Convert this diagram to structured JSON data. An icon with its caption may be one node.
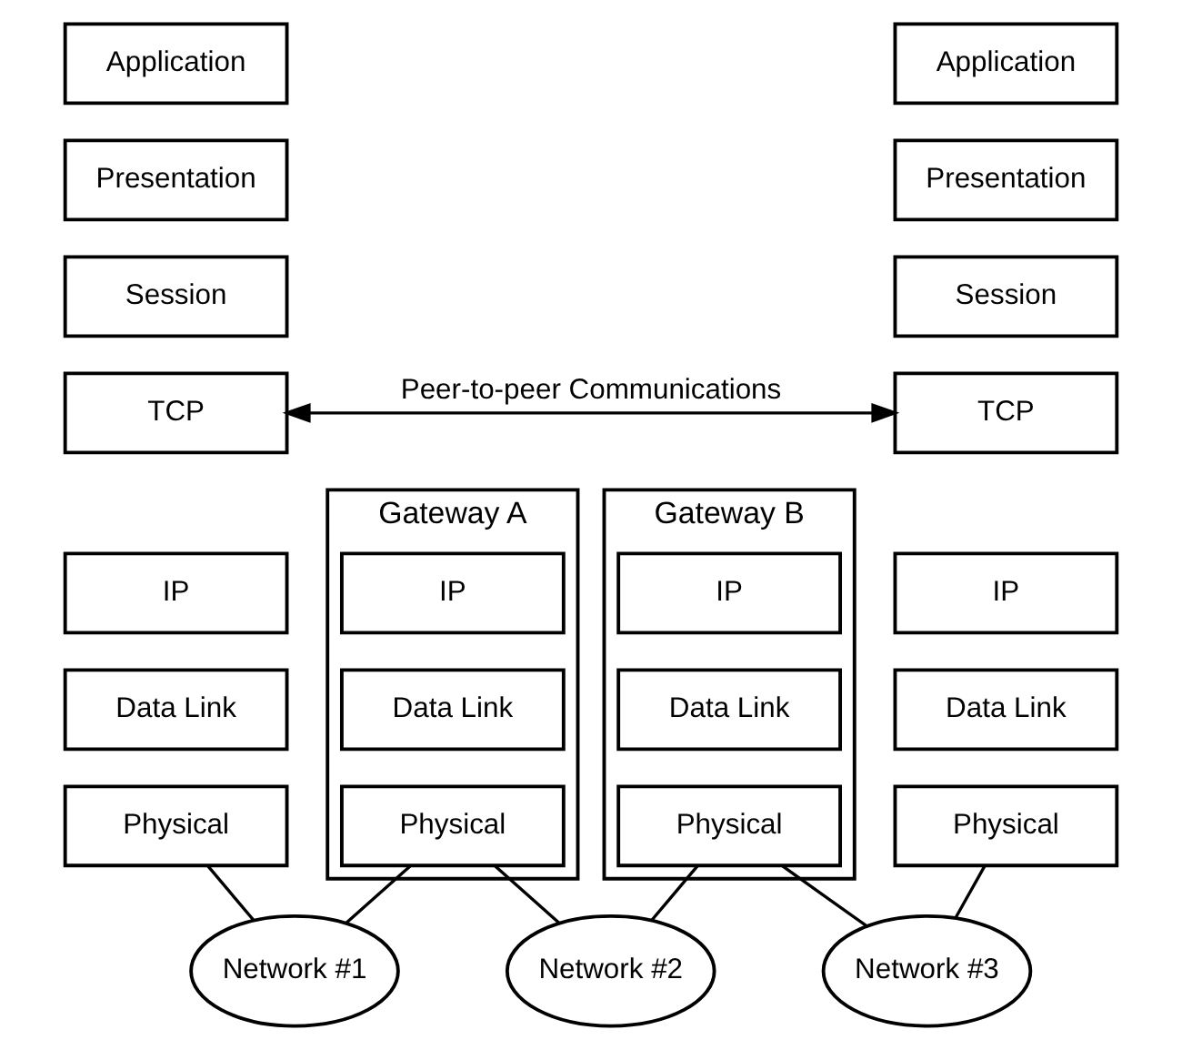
{
  "diagram": {
    "nodes": [
      {
        "text": [
          "Application"
        ]
      },
      {
        "text": [
          "Presentation"
        ]
      },
      {
        "text": [
          "Session"
        ]
      },
      {
        "text": [
          "TCP"
        ]
      },
      {
        "text": [
          "IP"
        ]
      },
      {
        "text": [
          "Data Link"
        ]
      },
      {
        "text": [
          "Physical"
        ]
      },
      {
        "text": [
          "Gateway A"
        ]
      },
      {
        "text": [
          "IP"
        ],
        "in": 7
      },
      {
        "text": [
          "Data Link"
        ],
        "in": 7
      },
      {
        "text": [
          "Physical"
        ],
        "in": 7
      },
      {
        "text": [
          "Gateway B"
        ]
      },
      {
        "text": [
          "IP"
        ],
        "in": 11
      },
      {
        "text": [
          "Data Link"
        ],
        "in": 11
      },
      {
        "text": [
          "Physical"
        ],
        "in": 11
      },
      {
        "text": [
          "Application"
        ]
      },
      {
        "text": [
          "Presentation"
        ]
      },
      {
        "text": [
          "Session"
        ]
      },
      {
        "text": [
          "TCP"
        ]
      },
      {
        "text": [
          "IP"
        ]
      },
      {
        "text": [
          "Data Link"
        ]
      },
      {
        "text": [
          "Physical"
        ]
      },
      {
        "text": [
          "Network #1"
        ]
      },
      {
        "text": [
          "Network #2"
        ]
      },
      {
        "text": [
          "Network #3"
        ]
      }
    ],
    "edges": [
      {
        "from": 3,
        "to": 18,
        "arrow": "both",
        "label": "Peer-to-peer Communications"
      },
      {
        "from": 6,
        "to": 22,
        "arrow": "none"
      },
      {
        "from": 10,
        "to": 22,
        "arrow": "none"
      },
      {
        "from": 10,
        "to": 23,
        "arrow": "none"
      },
      {
        "from": 14,
        "to": 23,
        "arrow": "none"
      },
      {
        "from": 14,
        "to": 24,
        "arrow": "none"
      },
      {
        "from": 21,
        "to": 24,
        "arrow": "none"
      }
    ]
  }
}
